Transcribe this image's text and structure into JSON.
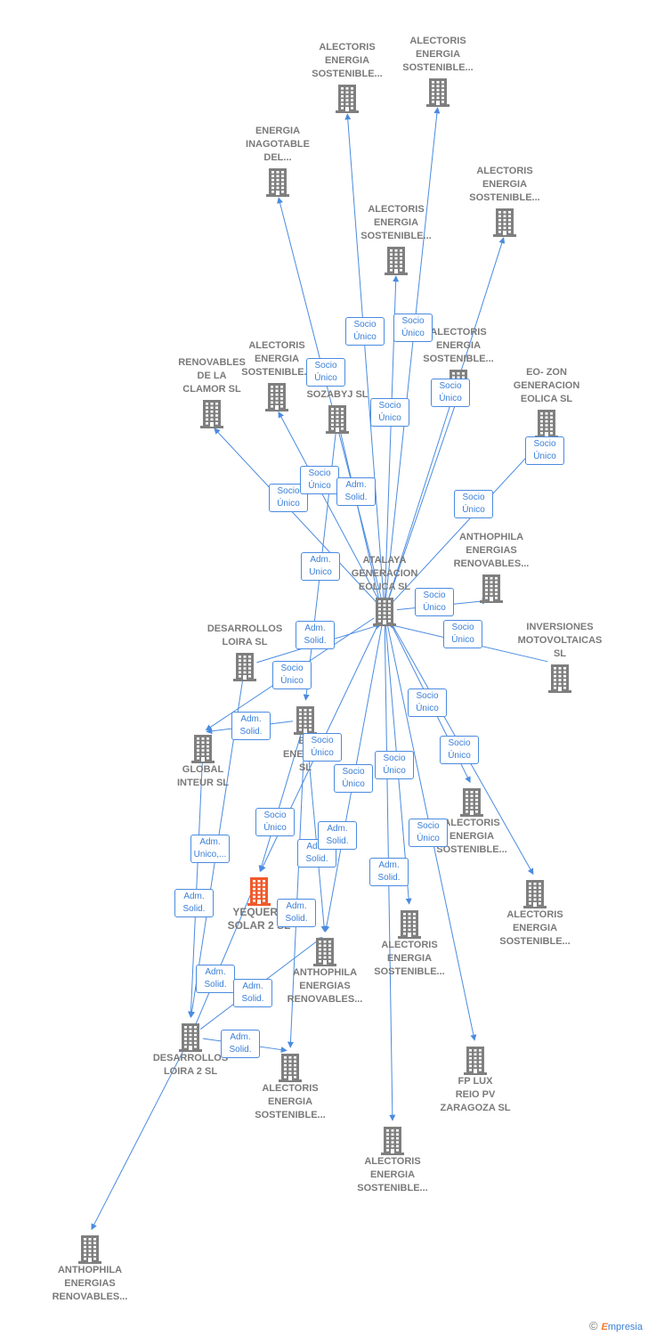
{
  "colors": {
    "building": "#7f7f7f",
    "focus": "#f15a2b",
    "edge": "#4a8be0",
    "badge_text": "#3a7fd9"
  },
  "nodes": [
    {
      "id": "alectoris1",
      "label": "ALECTORIS\nENERGIA\nSOSTENIBLE...",
      "label_pos": "above"
    },
    {
      "id": "alectoris2",
      "label": "ALECTORIS\nENERGIA\nSOSTENIBLE...",
      "label_pos": "above"
    },
    {
      "id": "energia_inagotable",
      "label": "ENERGIA\nINAGOTABLE\nDEL...",
      "label_pos": "above"
    },
    {
      "id": "alectoris3",
      "label": "ALECTORIS\nENERGIA\nSOSTENIBLE...",
      "label_pos": "above"
    },
    {
      "id": "alectoris4",
      "label": "ALECTORIS\nENERGIA\nSOSTENIBLE...",
      "label_pos": "above"
    },
    {
      "id": "alectoris5",
      "label": "ALECTORIS\nENERGIA\nSOSTENIBLE...",
      "label_pos": "above"
    },
    {
      "id": "renovables_clamor",
      "label": "RENOVABLES\nDE LA\nCLAMOR SL",
      "label_pos": "above"
    },
    {
      "id": "alectoris6",
      "label": "ALECTORIS\nENERGIA\nSOSTENIBLE...",
      "label_pos": "above"
    },
    {
      "id": "sozabyj",
      "label": "SOZABYJ SL",
      "label_pos": "above"
    },
    {
      "id": "eo_zon",
      "label": "EO- ZON\nGENERACION\nEOLICA SL",
      "label_pos": "above"
    },
    {
      "id": "anthophila1",
      "label": "ANTHOPHILA\nENERGIAS\nRENOVABLES...",
      "label_pos": "above"
    },
    {
      "id": "atalaya",
      "label": "ATALAYA\nGENERACION\nEOLICA SL",
      "label_pos": "above"
    },
    {
      "id": "desarrollos_loira",
      "label": "DESARROLLOS\nLOIRA SL",
      "label_pos": "above"
    },
    {
      "id": "inversiones",
      "label": "INVERSIONES\nMOTOVOLTAICAS SL",
      "label_pos": "above"
    },
    {
      "id": "global_inteur",
      "label": "GLOBAL\nINTEUR SL",
      "label_pos": "below"
    },
    {
      "id": "be_energia",
      "label": "BE\nENERGIA\nSL",
      "label_pos": "below"
    },
    {
      "id": "alectoris7",
      "label": "ALECTORIS\nENERGIA\nSOSTENIBLE...",
      "label_pos": "below"
    },
    {
      "id": "alectoris8",
      "label": "ALECTORIS\nENERGIA\nSOSTENIBLE...",
      "label_pos": "below"
    },
    {
      "id": "yequera",
      "label": "YEQUERA\nSOLAR 2 SL",
      "label_pos": "below",
      "focus": true
    },
    {
      "id": "alectoris9",
      "label": "ALECTORIS\nENERGIA\nSOSTENIBLE...",
      "label_pos": "below"
    },
    {
      "id": "anthophila2",
      "label": "ANTHOPHILA\nENERGIAS\nRENOVABLES...",
      "label_pos": "below"
    },
    {
      "id": "desarrollos_loira2",
      "label": "DESARROLLOS\nLOIRA 2 SL",
      "label_pos": "below"
    },
    {
      "id": "alectoris10",
      "label": "ALECTORIS\nENERGIA\nSOSTENIBLE...",
      "label_pos": "below"
    },
    {
      "id": "fp_lux",
      "label": "FP LUX\nREIO PV\nZARAGOZA SL",
      "label_pos": "below"
    },
    {
      "id": "alectoris11",
      "label": "ALECTORIS\nENERGIA\nSOSTENIBLE...",
      "label_pos": "below"
    },
    {
      "id": "anthophila3",
      "label": "ANTHOPHILA\nENERGIAS\nRENOVABLES...",
      "label_pos": "below"
    }
  ],
  "edges": [
    {
      "from": "atalaya",
      "to": "alectoris1",
      "label": "Socio\nÚnico"
    },
    {
      "from": "atalaya",
      "to": "alectoris2",
      "label": "Socio\nÚnico"
    },
    {
      "from": "atalaya",
      "to": "energia_inagotable",
      "label": "Socio\nÚnico"
    },
    {
      "from": "atalaya",
      "to": "alectoris3",
      "label": "Socio\nÚnico"
    },
    {
      "from": "atalaya",
      "to": "alectoris4",
      "label": "Socio\nÚnico"
    },
    {
      "from": "atalaya",
      "to": "alectoris5",
      "label": "Socio\nÚnico"
    },
    {
      "from": "atalaya",
      "to": "renovables_clamor",
      "label": "Socio\nÚnico"
    },
    {
      "from": "atalaya",
      "to": "alectoris6",
      "label": "Socio\nÚnico"
    },
    {
      "from": "sozabyj",
      "to": "atalaya",
      "label": "Adm.\nSolid."
    },
    {
      "from": "atalaya",
      "to": "eo_zon",
      "label": "Socio\nÚnico"
    },
    {
      "from": "sozabyj",
      "to": "be_energia",
      "label": "Adm.\nUnico"
    },
    {
      "from": "inversiones",
      "to": "atalaya",
      "label": "Socio\nÚnico"
    },
    {
      "from": "atalaya",
      "to": "anthophila1",
      "label": "Socio\nÚnico"
    },
    {
      "from": "desarrollos_loira",
      "to": "atalaya",
      "label": "Adm.\nSolid."
    },
    {
      "from": "atalaya",
      "to": "global_inteur",
      "label": "Socio\nÚnico"
    },
    {
      "from": "be_energia",
      "to": "global_inteur",
      "label": "Adm.\nSolid."
    },
    {
      "from": "atalaya",
      "to": "alectoris7",
      "label": "Socio\nÚnico"
    },
    {
      "from": "atalaya",
      "to": "alectoris8",
      "label": "Socio\nÚnico"
    },
    {
      "from": "atalaya",
      "to": "yequera",
      "label": "Socio\nÚnico"
    },
    {
      "from": "atalaya",
      "to": "alectoris9",
      "label": "Socio\nÚnico"
    },
    {
      "from": "atalaya",
      "to": "anthophila2",
      "label": "Socio\nÚnico"
    },
    {
      "from": "atalaya",
      "to": "fp_lux",
      "label": "Socio\nÚnico"
    },
    {
      "from": "atalaya",
      "to": "alectoris11",
      "label": "Socio\nÚnico"
    },
    {
      "from": "desarrollos_loira",
      "to": "desarrollos_loira2",
      "label": "Adm.\nUnico,..."
    },
    {
      "from": "be_energia",
      "to": "yequera",
      "label": "Adm.\nSolid."
    },
    {
      "from": "global_inteur",
      "to": "desarrollos_loira2",
      "label": "Adm.\nSolid."
    },
    {
      "from": "desarrollos_loira2",
      "to": "yequera",
      "label": "Adm.\nSolid."
    },
    {
      "from": "desarrollos_loira2",
      "to": "anthophila2",
      "label": "Adm.\nSolid."
    },
    {
      "from": "desarrollos_loira2",
      "to": "alectoris10",
      "label": "Adm.\nSolid."
    },
    {
      "from": "be_energia",
      "to": "alectoris10",
      "label": "Adm.\nSolid."
    },
    {
      "from": "be_energia",
      "to": "anthophila2",
      "label": "Adm.\nSolid."
    },
    {
      "from": "desarrollos_loira2",
      "to": "anthophila3",
      "label": "Adm.\nSolid."
    }
  ],
  "footer": {
    "copyright": "©",
    "brand_first": "E",
    "brand_rest": "mpresia"
  }
}
